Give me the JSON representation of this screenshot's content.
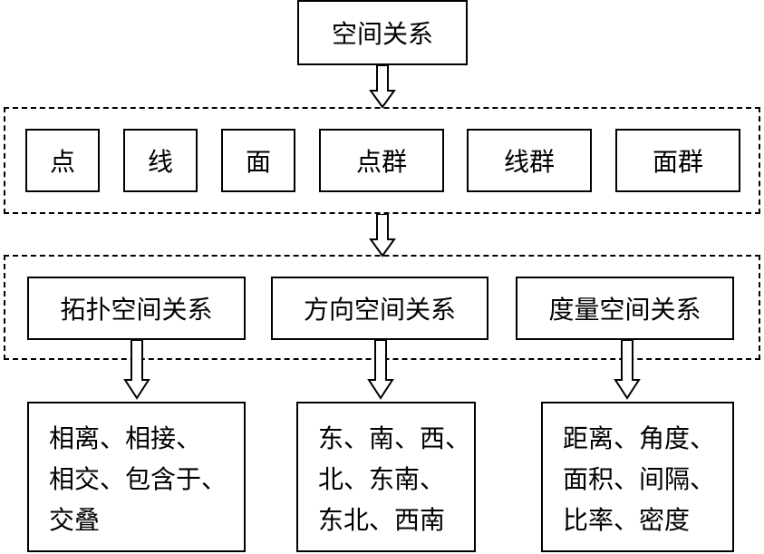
{
  "root": "空间关系",
  "objects": [
    "点",
    "线",
    "面",
    "点群",
    "线群",
    "面群"
  ],
  "relations": [
    "拓扑空间关系",
    "方向空间关系",
    "度量空间关系"
  ],
  "details": [
    [
      "相离、相接、",
      "相交、包含于、",
      "交叠"
    ],
    [
      "东、南、西、",
      "北、东南、",
      "东北、西南"
    ],
    [
      "距离、角度、",
      "面积、间隔、",
      "比率、密度"
    ]
  ]
}
